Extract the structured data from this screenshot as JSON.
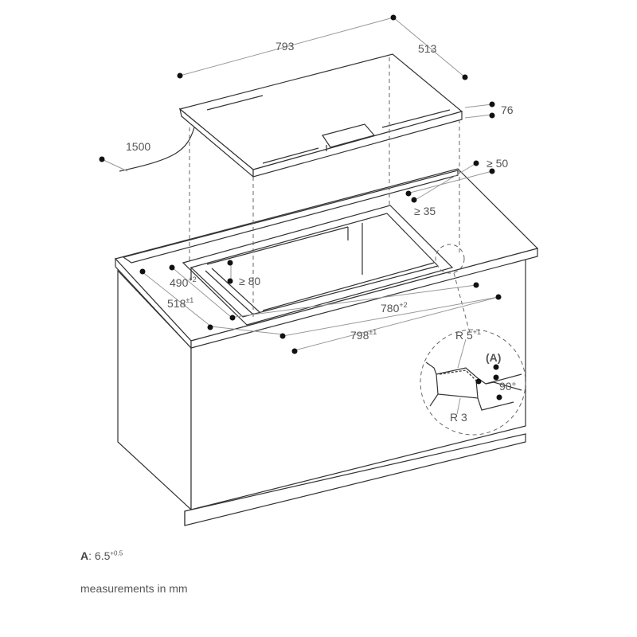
{
  "dimensions": {
    "width": "793",
    "depth": "513",
    "height": "76",
    "cable": "1500",
    "rear_clearance": "≥ 50",
    "rear_edge": "≥ 35",
    "front_edge": "≥ 80",
    "cutout_depth": {
      "value": "490",
      "tol": "+2"
    },
    "outer_depth": {
      "value": "518",
      "tol": "±1"
    },
    "cutout_width": {
      "value": "780",
      "tol": "+2"
    },
    "outer_width": {
      "value": "798",
      "tol": "±1"
    }
  },
  "detail": {
    "radius_top": {
      "value": "R 5",
      "tol": "+1"
    },
    "radius_bottom": "R 3",
    "marker": "(A)",
    "angle": "90°"
  },
  "notes": {
    "a_label": "A",
    "a_value": "6.5",
    "a_tol": "+0.5",
    "units": "measurements in mm"
  }
}
